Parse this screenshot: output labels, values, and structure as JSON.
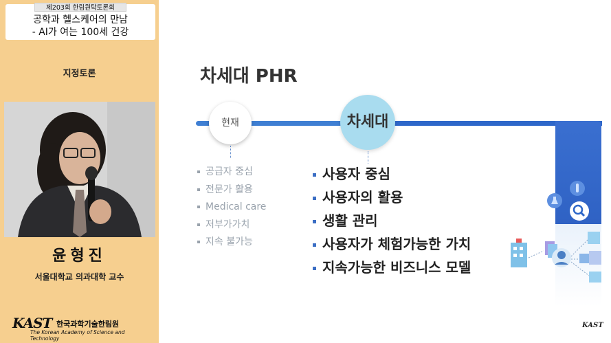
{
  "header": {
    "session": "제203회 한림원탁토론회",
    "title_line1": "공학과 헬스케어의 만남",
    "title_line2": "- AI가 여는 100세 건강"
  },
  "section_label": "지정토론",
  "speaker": {
    "name": "윤형진",
    "affiliation": "서울대학교 의과대학 교수"
  },
  "logo": {
    "mark": "KAST",
    "korean": "한국과학기술한림원",
    "english": "The Korean Academy of Science and Technology"
  },
  "slide": {
    "title": "차세대 PHR",
    "node_current": "현재",
    "node_next": "차세대",
    "current_items": [
      "공급자 중심",
      "전문가 활용",
      "Medical care",
      "저부가가치",
      "지속 불가능"
    ],
    "next_items": [
      "사용자 중심",
      "사용자의 활용",
      "생활 관리",
      "사용자가 체험가능한 가치",
      "지속가능한 비즈니스 모델"
    ],
    "corner_logo": "KAST"
  },
  "colors": {
    "left_bg": "#f6cf8f",
    "timeline_blue": "#2e67c9",
    "next_node": "#a9dcef",
    "bullet_blue": "#3b6ec4"
  }
}
